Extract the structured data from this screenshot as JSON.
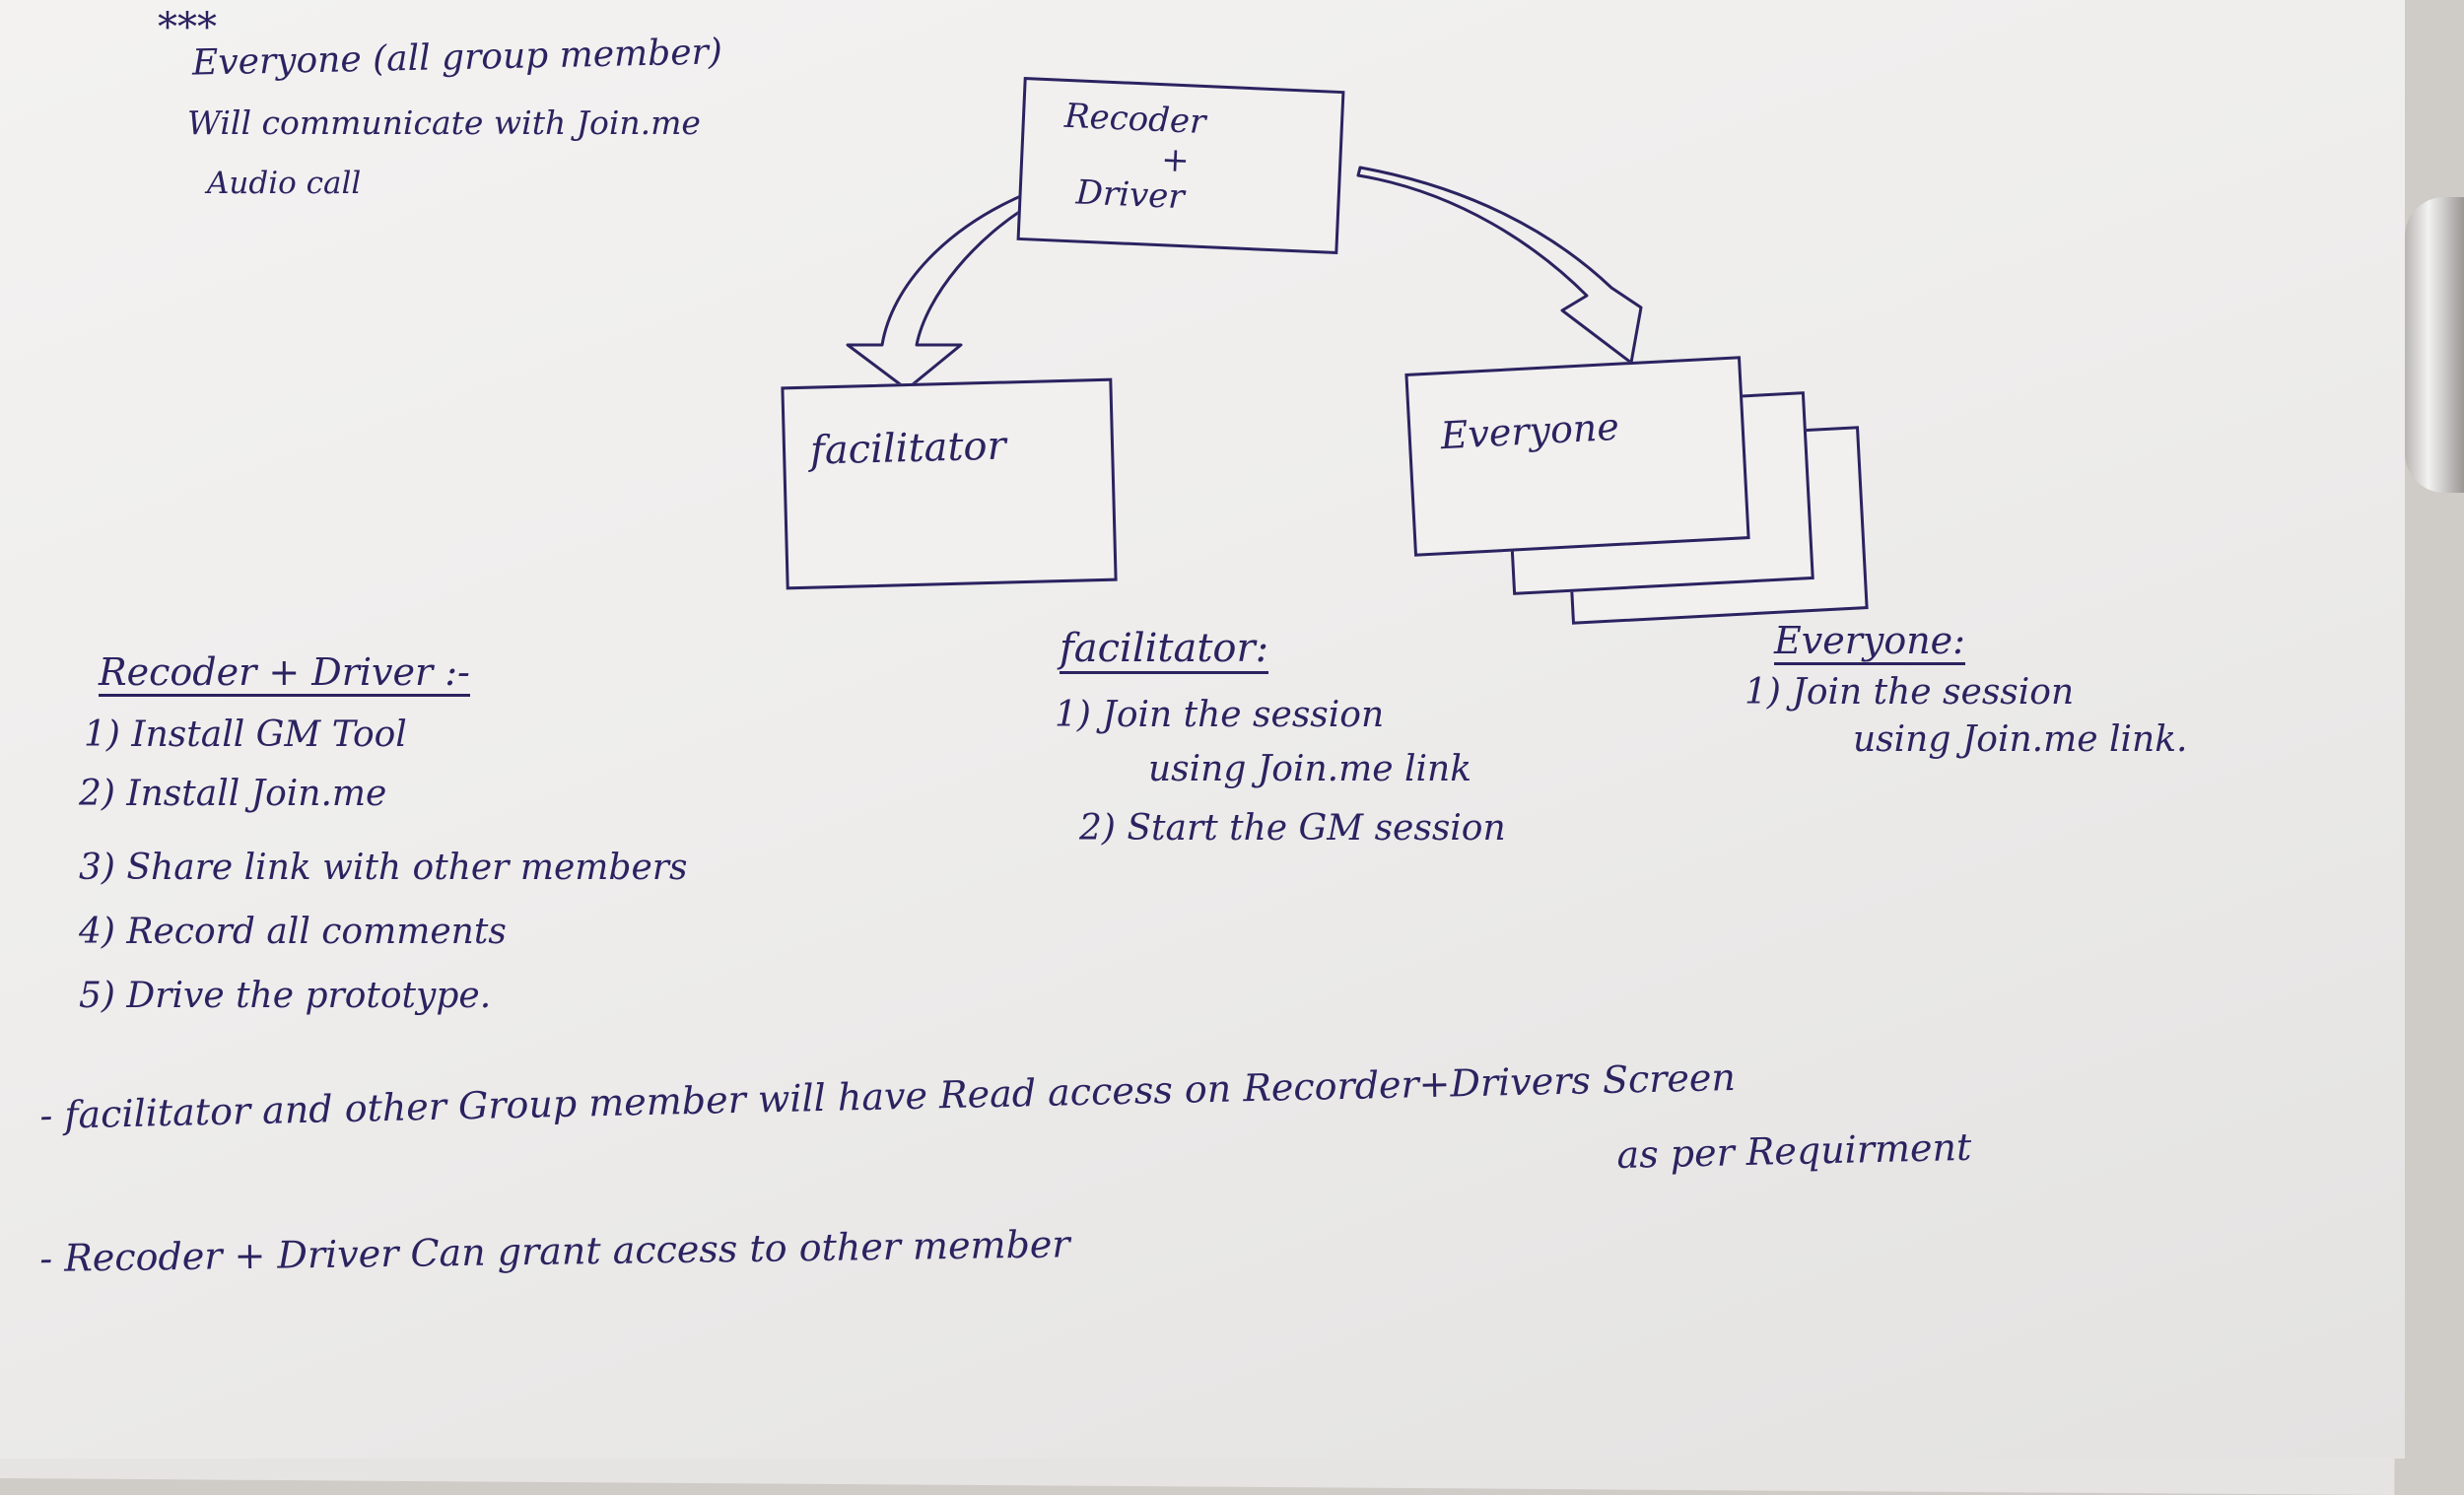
{
  "note": {
    "stars": "***",
    "line1": "Everyone (all group member)",
    "line2": "Will communicate with Join.me",
    "line3": "Audio call"
  },
  "boxes": {
    "recorder_driver": [
      "Recoder",
      "+",
      "Driver"
    ],
    "facilitator": "facilitator",
    "everyone": "Everyone"
  },
  "recorder_section": {
    "heading": "Recoder + Driver :-",
    "items": [
      "1) Install GM Tool",
      "2) Install Join.me",
      "3) Share link with other members",
      "4) Record all comments",
      "5) Drive the prototype."
    ]
  },
  "facilitator_section": {
    "heading": "facilitator:",
    "items": [
      "1) Join the session",
      "using Join.me link",
      "2) Start the GM session"
    ]
  },
  "everyone_section": {
    "heading": "Everyone:",
    "items": [
      "1) Join the session",
      "using Join.me link."
    ]
  },
  "bottom_notes": {
    "line1_a": "- facilitator and other Group member will have Read access on Recorder+Drivers Screen",
    "line1_b": "as per Requirment",
    "line2": "- Recoder + Driver Can grant access to other member"
  }
}
